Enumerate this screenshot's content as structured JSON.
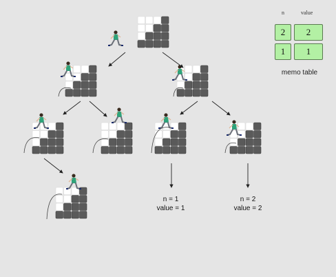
{
  "memo": {
    "header_n": "n",
    "header_value": "value",
    "rows": [
      {
        "n": "2",
        "value": "2"
      },
      {
        "n": "1",
        "value": "1"
      }
    ],
    "caption": "memo table"
  },
  "results": [
    {
      "line1": "n = 1",
      "line2": "value = 1"
    },
    {
      "line1": "n = 2",
      "line2": "value = 2"
    }
  ],
  "colors": {
    "background": "#e5e5e5",
    "step_dark": "#5a5a5a",
    "step_light": "#ffffff",
    "memo_cell": "#b3f0a4",
    "runner_shirt": "#2fa37a"
  }
}
